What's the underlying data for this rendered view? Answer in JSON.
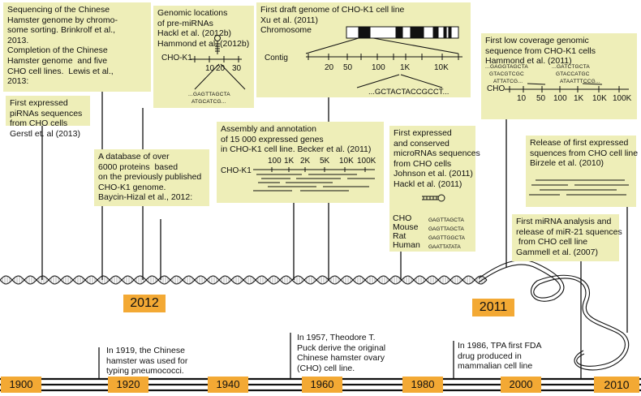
{
  "boxes": {
    "b1": [
      "Sequencing of the Chinese",
      "Hamster genome by chromo-",
      "some sorting. Brinkrolf et al.,",
      "2013.",
      "Completion of the Chinese",
      "Hamster genome  and five",
      "CHO cell lines.  Lewis et al.,",
      "2013:"
    ],
    "b2": [
      "First expressed",
      "piRNAs sequences",
      "from CHO cells",
      "Gerstl et. al (2013)"
    ],
    "b3": [
      "Genomic locations",
      "of pre-miRNAs",
      "Hackl et al. (2012b)",
      "Hammond et al. (2012b)"
    ],
    "b4": [
      "A database of over",
      "6000 proteins  based",
      "on the previously published",
      "CHO-K1 genome.",
      "Baycin-Hizal et al., 2012:"
    ],
    "b5": [
      "First draft genome of CHO-K1 cell line",
      "Xu et al. (2011)",
      "Chromosome"
    ],
    "b6": [
      "Assembly and annotation",
      "of 15 000 expressed genes",
      "in CHO-K1 cell line. Becker et al. (2011)"
    ],
    "b7": [
      "First expressed",
      "and conserved",
      "microRNAs sequences",
      "from CHO cells",
      "Johnson et al. (2011)",
      "Hackl et al. (2011)"
    ],
    "b8": [
      "First low coverage genomic",
      "sequence from CHO-K1 cells",
      "Hammond et al. (2011)"
    ],
    "b9": [
      "Release of first expressed",
      "squences from CHO cell line",
      "Birzele et al. (2010)"
    ],
    "b10": [
      "First miRNA analysis and",
      "release of miR-21 squences",
      " from CHO cell line",
      "Gammell et al. (2007)"
    ]
  },
  "labels": {
    "cho_k1": "CHO-K1",
    "cho_k1_b": "CHO-K1",
    "ticks3": [
      "10",
      "20",
      "30"
    ],
    "seq3a": "...GAGTTAGCTA",
    "seq3b": "ATGCATCG...",
    "contig": "Contig",
    "ticks5": [
      "20",
      "50",
      "100",
      "1K",
      "10K"
    ],
    "seq5": "...GCTACTACCGCCT...",
    "ticks6": [
      "100",
      "1K",
      "2K",
      "5K",
      "10K",
      "100K"
    ],
    "species": [
      "CHO",
      "Mouse",
      "Rat",
      "Human"
    ],
    "seqs7": [
      "GAGTTAGCTA",
      "GAGTTAGCTA",
      "GAGTTGGCTA",
      "GAATTATATA"
    ],
    "seq8": [
      "...GAGGTAGCTA",
      "GTACGTCGC",
      "ATTATCG...",
      "...GATCTGCTA",
      "GTACCATGC",
      "ATAATTTCCG..."
    ],
    "cho8": "CHO",
    "ticks8": [
      "10",
      "50",
      "100",
      "1K",
      "10K",
      "100K"
    ]
  },
  "big_years": {
    "y2012": "2012",
    "y2011": "2011",
    "y2010": "2010"
  },
  "notes": {
    "n1919": [
      "In 1919, the Chinese",
      "hamster was used for",
      "typing pneumococci."
    ],
    "n1957": [
      "In 1957, Theodore T.",
      "Puck derive the original",
      "Chinese hamster ovary",
      "(CHO) cell line."
    ],
    "n1986": [
      "In 1986, TPA first FDA",
      "drug produced in",
      "mammalian cell line"
    ]
  },
  "timeline_years": [
    "1900",
    "1920",
    "1940",
    "1960",
    "1980",
    "2000"
  ],
  "colors": {
    "box": "#eeeeb8",
    "year": "#f3a934"
  }
}
